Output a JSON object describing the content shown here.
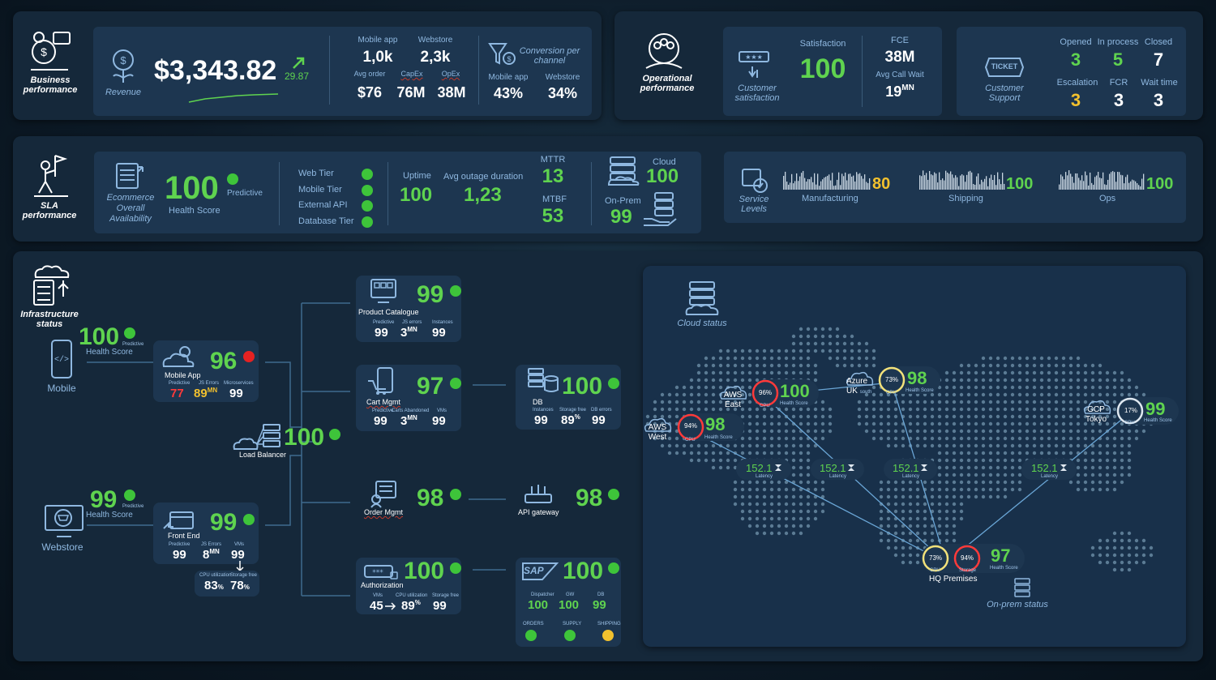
{
  "business": {
    "label": "Business performance",
    "revenue_label": "Revenue",
    "revenue_value": "$3,343.82",
    "revenue_delta": "29.87",
    "col1_header": "Mobile app",
    "col2_header": "Webstore",
    "mobile_value": "1,0k",
    "webstore_value": "2,3k",
    "avg_order_label": "Avg order",
    "capex_label": "CapEx",
    "opex_label": "OpEx",
    "avg_order_value": "$76",
    "capex_value": "76M",
    "opex_value": "38M",
    "conversion_label": "Conversion per channel",
    "conv_mobile_label": "Mobile app",
    "conv_web_label": "Webstore",
    "conv_mobile_value": "43%",
    "conv_web_value": "34%"
  },
  "operational": {
    "label": "Operational performance",
    "csat_label": "Customer satisfaction",
    "satisfaction_label": "Satisfaction",
    "satisfaction_value": "100",
    "fce_label": "FCE",
    "fce_value": "38M",
    "avg_call_label": "Avg Call Wait",
    "avg_call_value": "19",
    "avg_call_unit": "MN",
    "support_label": "Customer Support",
    "ticket_text": "TICKET",
    "opened_label": "Opened",
    "inprocess_label": "In process",
    "closed_label": "Closed",
    "opened_value": "3",
    "inprocess_value": "5",
    "closed_value": "7",
    "escalation_label": "Escalation",
    "fcr_label": "FCR",
    "waittime_label": "Wait time",
    "escalation_value": "3",
    "fcr_value": "3",
    "waittime_value": "3"
  },
  "sla": {
    "label": "SLA performance",
    "ecom_label": "Ecommerce Overall Availability",
    "health_value": "100",
    "health_label": "Health Score",
    "predictive_label": "Predictive",
    "tiers": [
      "Web Tier",
      "Mobile Tier",
      "External API",
      "Database Tier"
    ],
    "uptime_label": "Uptime",
    "uptime_value": "100",
    "outage_label": "Avg outage duration",
    "outage_value": "1,23",
    "mttr_label": "MTTR",
    "mttr_value": "13",
    "mtbf_label": "MTBF",
    "mtbf_value": "53",
    "cloud_label": "Cloud",
    "cloud_value": "100",
    "onprem_label": "On-Prem",
    "onprem_value": "99",
    "service_levels_label": "Service Levels",
    "manufacturing_label": "Manufacturing",
    "manufacturing_value": "80",
    "shipping_label": "Shipping",
    "shipping_value": "100",
    "ops_label": "Ops",
    "ops_value": "100"
  },
  "infra": {
    "label": "Infrastructure status",
    "mobile": {
      "label": "Mobile",
      "value": "100",
      "health": "Health Score",
      "pred": "Predictive"
    },
    "webstore": {
      "label": "Webstore",
      "value": "99",
      "health": "Health Score",
      "pred": "Predictive"
    },
    "mobileapp": {
      "label": "Mobile App",
      "value": "96",
      "h1": "Predictive",
      "h2": "JS Errors",
      "h3": "Microservices",
      "v1": "77",
      "v2": "89",
      "v2u": "MN",
      "v3": "99"
    },
    "frontend": {
      "label": "Front End",
      "value": "99",
      "h1": "Predictive",
      "h2": "JS Errors",
      "h3": "VMs",
      "v1": "99",
      "v2": "8",
      "v2u": "MN",
      "v3": "99",
      "h4": "CPU utilization",
      "h5": "Storage free",
      "v4": "83",
      "v4u": "%",
      "v5": "78",
      "v5u": "%"
    },
    "loadbalancer": {
      "label": "Load Balancer",
      "value": "100"
    },
    "product": {
      "label": "Product Catalogue",
      "value": "99",
      "h1": "Predictive",
      "h2": "JS errors",
      "h3": "Instances",
      "v1": "99",
      "v2": "3",
      "v2u": "MN",
      "v3": "99"
    },
    "cart": {
      "label": "Cart Mgmt",
      "value": "97",
      "h1": "Predictive",
      "h2": "Carts Abandoned",
      "h3": "VMs",
      "v1": "99",
      "v2": "3",
      "v2u": "MN",
      "v3": "99"
    },
    "order": {
      "label": "Order Mgmt",
      "value": "98"
    },
    "auth": {
      "label": "Authorization",
      "value": "100",
      "h1": "VMs",
      "h2": "CPU utilization",
      "h3": "Storage free",
      "v1": "45",
      "v2": "89",
      "v2u": "%",
      "v3": "99"
    },
    "db": {
      "label": "DB",
      "value": "100",
      "h1": "Instances",
      "h2": "Storage free",
      "h3": "DB errors",
      "v1": "99",
      "v2": "89",
      "v2u": "%",
      "v3": "99"
    },
    "api": {
      "label": "API gateway",
      "value": "98"
    },
    "sap": {
      "label": "SAP",
      "value": "100",
      "h1": "Dispatcher",
      "h2": "GW",
      "h3": "DB",
      "v1": "100",
      "v2": "100",
      "v3": "99",
      "s1": "ORDERS",
      "s2": "SUPPLY",
      "s3": "SHIPPING"
    }
  },
  "cloud": {
    "label": "Cloud status",
    "onprem_label": "On-prem status",
    "aws_west": {
      "name1": "AWS",
      "name2": "West",
      "cpu": "94%",
      "value": "98"
    },
    "aws_east": {
      "name1": "AWS",
      "name2": "East",
      "cpu": "96%",
      "value": "100"
    },
    "azure_uk": {
      "name1": "Azure",
      "name2": "UK",
      "sub": "south",
      "cpu": "73%",
      "value": "98"
    },
    "gcp_tokyo": {
      "name1": "GCP",
      "name2": "Tokyo",
      "cpu": "17%",
      "value": "99"
    },
    "hq": {
      "name": "HQ Premises",
      "cpu": "73%",
      "storage": "94%",
      "value": "97"
    },
    "cpu_label": "CPU",
    "storage_label": "Storage",
    "health_label": "Health Score",
    "latency_label": "Latency",
    "latencies": [
      "152.1",
      "152.1",
      "152.1",
      "152.1"
    ]
  },
  "colors": {
    "green": "#5fd34f",
    "yellow": "#f2c12e",
    "red": "#ff3a3a",
    "panel": "#15283a",
    "card": "#1d3650"
  }
}
